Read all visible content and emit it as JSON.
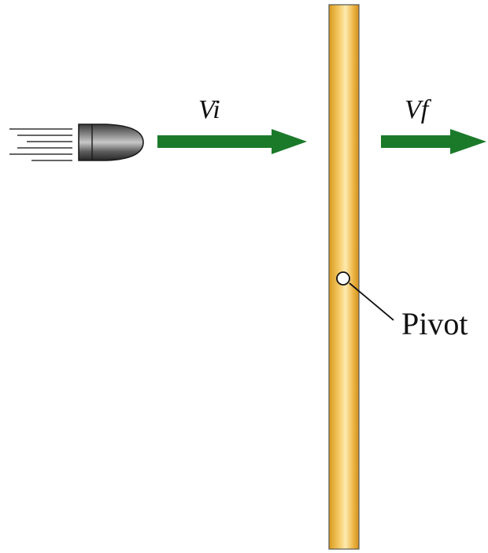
{
  "labels": {
    "initial_velocity": "Vi",
    "final_velocity": "Vf",
    "pivot": "Pivot"
  },
  "colors": {
    "arrow": "#1b7a2a",
    "rod_edge": "#e0a52a",
    "rod_center": "#fbe6a8",
    "bullet_dark": "#2e2e2e",
    "bullet_light": "#b5b5b5"
  },
  "icons": {
    "projectile": "bullet-icon"
  }
}
